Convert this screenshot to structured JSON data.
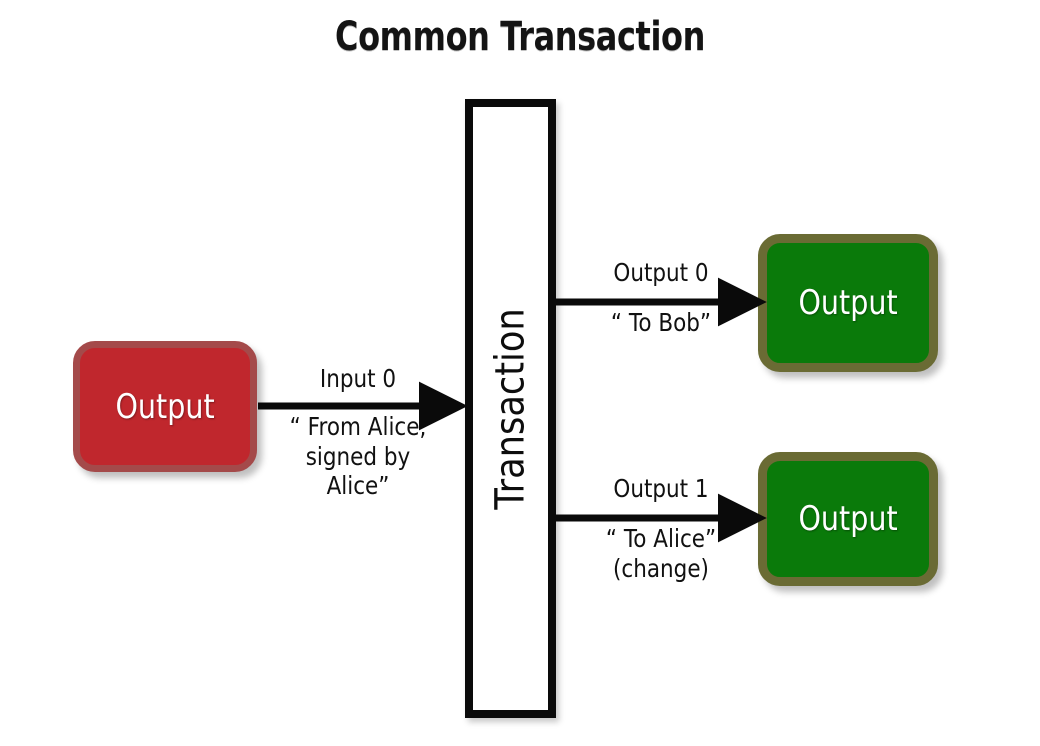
{
  "title": "Common Transaction",
  "colors": {
    "red_fill": "#c0272d",
    "red_border": "#a44a4a",
    "green_fill": "#0a7a0a",
    "green_border": "#6a6b34",
    "stroke": "#0a0a0a",
    "background": "#ffffff",
    "text": "#111111"
  },
  "nodes": {
    "input_output": {
      "label": "Output",
      "role": "spent-output",
      "color": "red"
    },
    "transaction": {
      "label": "Transaction",
      "orientation": "vertical"
    },
    "output_0": {
      "label": "Output",
      "role": "recipient-output",
      "color": "green"
    },
    "output_1": {
      "label": "Output",
      "role": "change-output",
      "color": "green"
    }
  },
  "edges": {
    "input_0": {
      "above": "Input 0",
      "below": "“ From Alice,\nsigned by\nAlice”",
      "from": "input_output",
      "to": "transaction"
    },
    "output_0": {
      "above": "Output 0",
      "below": "“ To Bob”",
      "from": "transaction",
      "to": "output_0"
    },
    "output_1": {
      "above": "Output 1",
      "below": "“ To Alice”\n(change)",
      "from": "transaction",
      "to": "output_1"
    }
  }
}
